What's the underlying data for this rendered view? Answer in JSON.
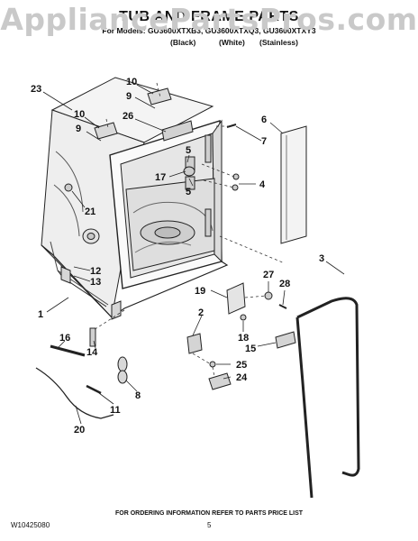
{
  "watermark": "AppliancePartsPros.com",
  "title": "TUB AND FRAME PARTS",
  "models": "For Models: GU3600XTXB3, GU3600XTXQ3, GU3600XTXY3",
  "finishes": [
    "(Black)",
    "(White)",
    "(Stainless)"
  ],
  "callouts": [
    "23",
    "10",
    "9",
    "10",
    "9",
    "26",
    "6",
    "7",
    "5",
    "17",
    "5",
    "4",
    "21",
    "3",
    "12",
    "13",
    "27",
    "28",
    "19",
    "1",
    "2",
    "18",
    "15",
    "16",
    "14",
    "25",
    "24",
    "8",
    "11",
    "20"
  ],
  "footer": {
    "ordering_note": "FOR ORDERING INFORMATION REFER TO PARTS PRICE LIST",
    "doc_number": "W10425080",
    "page_number": "5"
  }
}
